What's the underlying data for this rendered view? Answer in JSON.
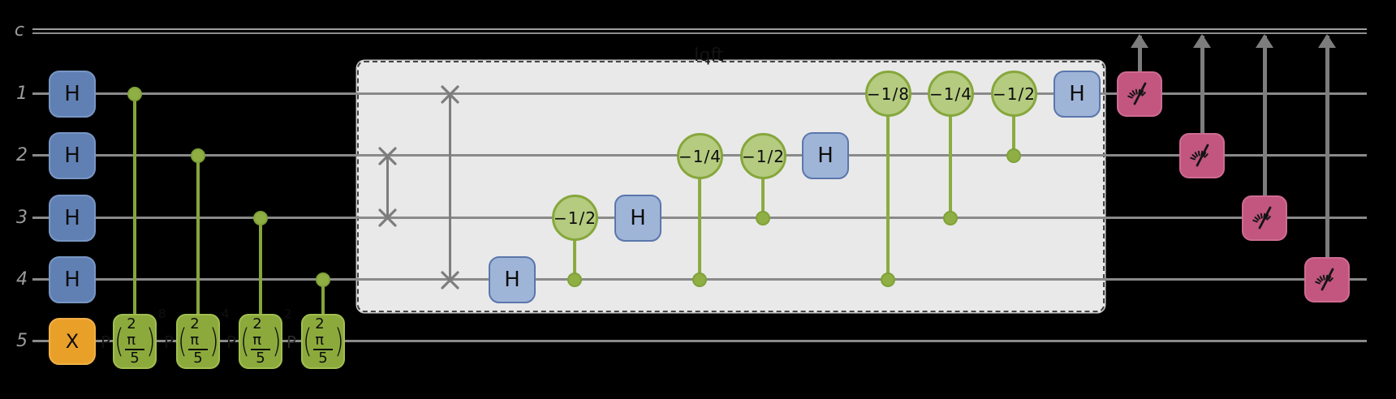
{
  "diagram": {
    "type": "quantum-phase-estimation-circuit",
    "classical_register": {
      "label": "c"
    },
    "qubit_labels": [
      "1",
      "2",
      "3",
      "4",
      "5"
    ],
    "labels": {
      "h": "H",
      "x": "X",
      "lparen": "(",
      "rparen": ")"
    },
    "controlled_phase_gates": [
      {
        "label": "P(2π/5)^8",
        "prefix": "P",
        "numerator": "2 π",
        "denominator": "5",
        "exponent": "8",
        "control_qubit": "1",
        "target_qubit": "5"
      },
      {
        "label": "P(2π/5)^4",
        "prefix": "P",
        "numerator": "2 π",
        "denominator": "5",
        "exponent": "4",
        "control_qubit": "2",
        "target_qubit": "5"
      },
      {
        "label": "P(2π/5)^2",
        "prefix": "P",
        "numerator": "2 π",
        "denominator": "5",
        "exponent": "2",
        "control_qubit": "3",
        "target_qubit": "5"
      },
      {
        "label": "P(2π/5)",
        "prefix": "P",
        "numerator": "2 π",
        "denominator": "5",
        "exponent": "",
        "control_qubit": "4",
        "target_qubit": "5"
      }
    ],
    "iqft": {
      "label": "Iqft",
      "swaps": [
        {
          "qubits": [
            "2",
            "3"
          ]
        },
        {
          "qubits": [
            "1",
            "4"
          ]
        }
      ],
      "h_label": "H",
      "cp_gates": [
        {
          "label": "−1/2",
          "circle_qubit": "3",
          "dot_qubit": "4"
        },
        {
          "label": "−1/4",
          "circle_qubit": "2",
          "dot_qubit": "4"
        },
        {
          "label": "−1/2",
          "circle_qubit": "2",
          "dot_qubit": "3"
        },
        {
          "label": "−1/8",
          "circle_qubit": "1",
          "dot_qubit": "4"
        },
        {
          "label": "−1/4",
          "circle_qubit": "1",
          "dot_qubit": "3"
        },
        {
          "label": "−1/2",
          "circle_qubit": "1",
          "dot_qubit": "2"
        }
      ]
    },
    "measurements": [
      {
        "qubit": "1"
      },
      {
        "qubit": "2"
      },
      {
        "qubit": "3"
      },
      {
        "qubit": "4"
      }
    ],
    "colors": {
      "background": "#000000",
      "wire": "#8a8a8a",
      "wire_label_text": "#9b9b9b",
      "h_gate_outside": "#6080b4",
      "h_gate_inside": "#9fb5d8",
      "x_gate": "#e9a029",
      "phase_green": "#8caa3c",
      "cp_circle_fill": "#b5cb80",
      "cp_green_border": "#86a73c",
      "measure_fill": "#c2567f",
      "iqft_box_fill": "#e9e9e9"
    }
  }
}
